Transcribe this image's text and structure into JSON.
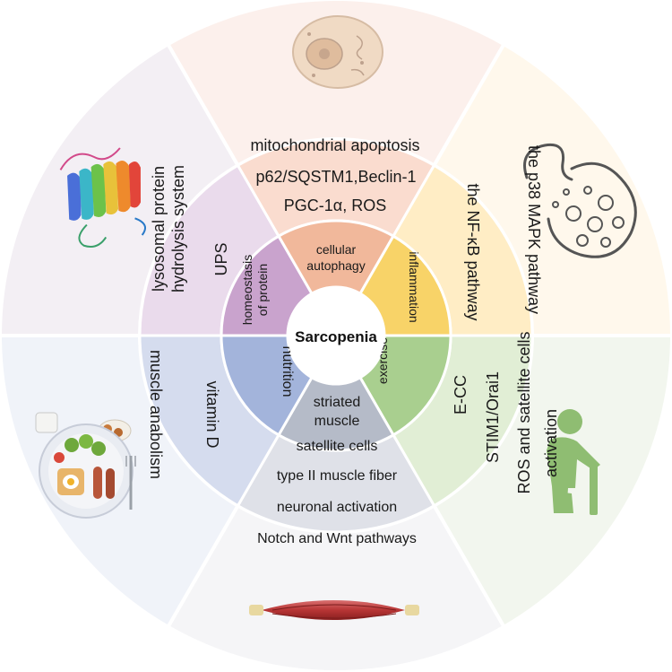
{
  "center": {
    "label": "Sarcopenia"
  },
  "sectors": [
    {
      "category": [
        "homeostasis",
        "of protein"
      ],
      "details": [
        "lysosomal protein",
        "hydrolysis system",
        "UPS"
      ],
      "icon": "fluorescent-protein-barrel-icon",
      "colors": {
        "outer": "#f3eff4",
        "middle": "#eadbec",
        "inner": "#c9a3cd"
      }
    },
    {
      "category": [
        "cellular",
        "autophagy"
      ],
      "details": [
        "mitochondrial apoptosis",
        "p62/SQSTM1,Beclin-1",
        "PGC-1α, ROS"
      ],
      "icon": "cell-nucleus-icon",
      "colors": {
        "outer": "#fcf0ec",
        "middle": "#fadccf",
        "inner": "#f1b89b"
      }
    },
    {
      "category": [
        "inflammation"
      ],
      "details": [
        "the p38 MAPK pathway",
        "the NF-κB pathway"
      ],
      "icon": "neuron-synapse-icon",
      "colors": {
        "outer": "#fff8ec",
        "middle": "#ffedc5",
        "inner": "#f8d368"
      }
    },
    {
      "category": [
        "exercise"
      ],
      "details": [
        "E-CC",
        "STIM1/Orai1",
        "ROS and satellite cells",
        "activation"
      ],
      "icon": "elderly-person-with-cane-icon",
      "colors": {
        "outer": "#f2f6ee",
        "middle": "#e1eed5",
        "inner": "#a9cf8f"
      }
    },
    {
      "category": [
        "striated",
        "muscle"
      ],
      "details": [
        "satellite cells",
        "type II muscle fiber",
        "neuronal activation",
        "Notch and Wnt pathways"
      ],
      "icon": "muscle-fiber-bundle-icon",
      "colors": {
        "outer": "#f5f5f7",
        "middle": "#dfe1e8",
        "inner": "#b5bbc8"
      }
    },
    {
      "category": [
        "nutrition"
      ],
      "details": [
        "vitamin D",
        "muscle anabolism"
      ],
      "icon": "breakfast-plate-icon",
      "colors": {
        "outer": "#f0f3f9",
        "middle": "#d5dcee",
        "inner": "#a3b4db"
      }
    }
  ]
}
